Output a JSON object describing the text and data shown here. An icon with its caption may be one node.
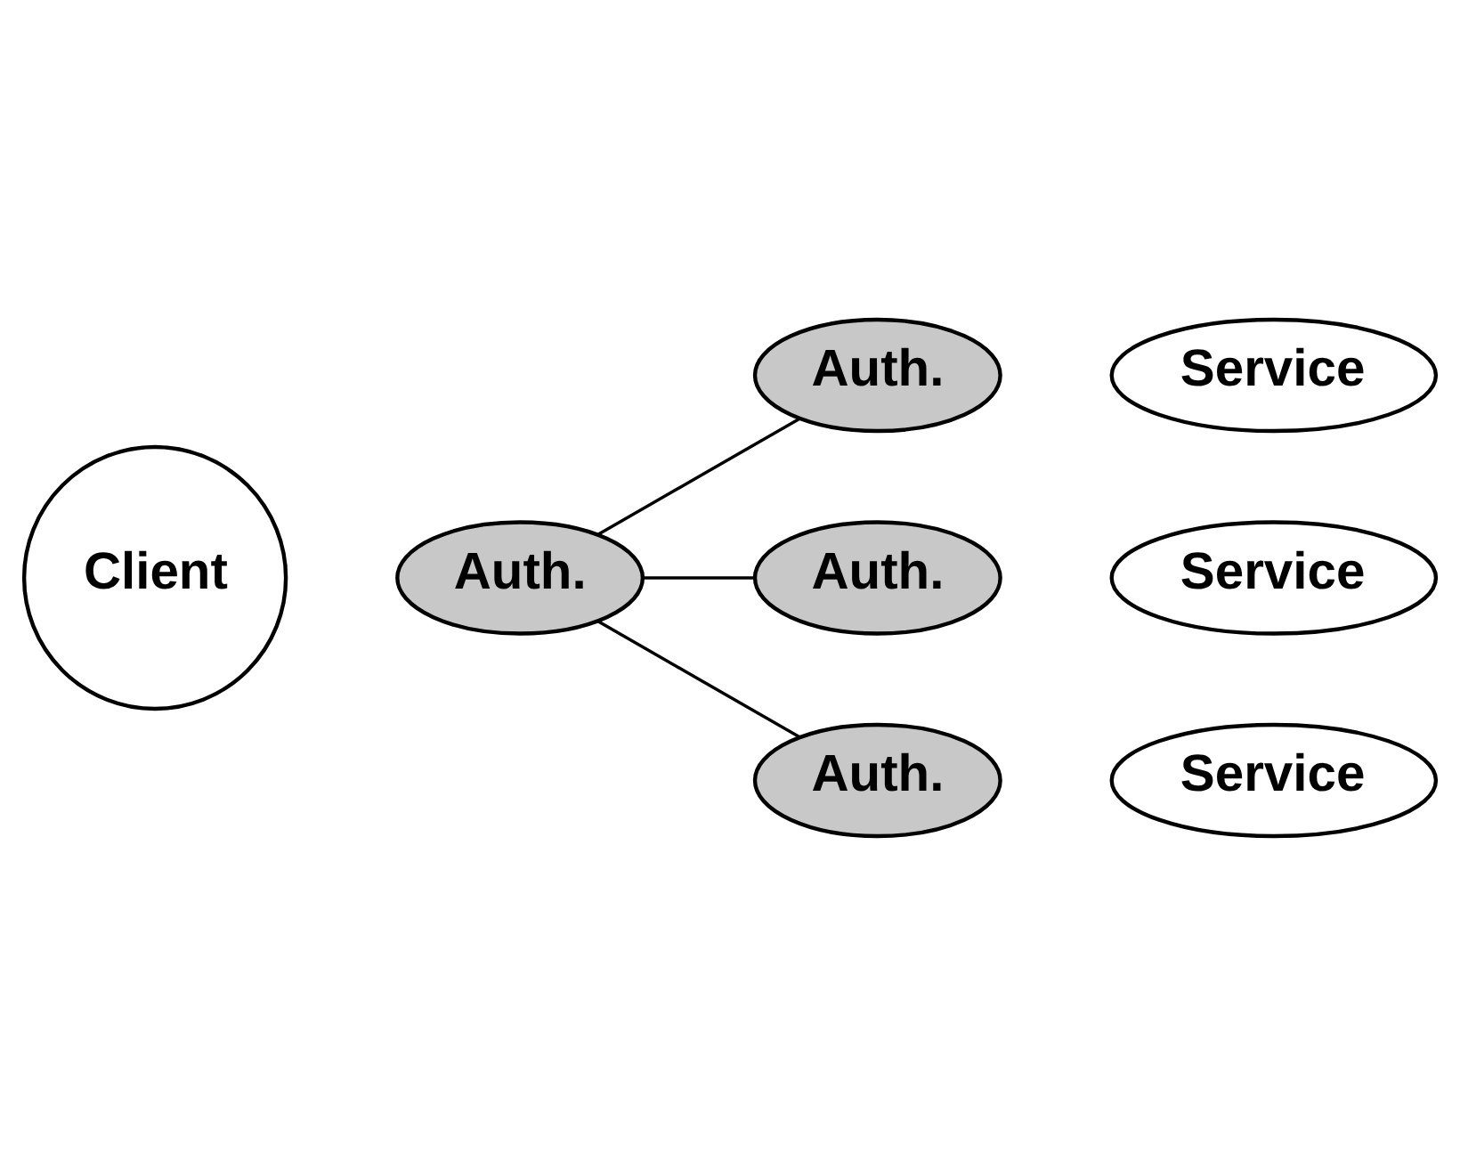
{
  "diagram": {
    "nodes": [
      {
        "text": [
          "Client"
        ]
      },
      {
        "text": [
          "Auth."
        ]
      },
      {
        "text": [
          "Auth."
        ]
      },
      {
        "text": [
          "Service"
        ]
      },
      {
        "text": [
          "Auth."
        ]
      },
      {
        "text": [
          "Service"
        ]
      },
      {
        "text": [
          "Auth."
        ]
      },
      {
        "text": [
          "Service"
        ]
      }
    ],
    "edges": [
      {
        "from": 1,
        "to": 2,
        "arrow": "none"
      },
      {
        "from": 1,
        "to": 4,
        "arrow": "none"
      },
      {
        "from": 1,
        "to": 6,
        "arrow": "none"
      }
    ]
  }
}
